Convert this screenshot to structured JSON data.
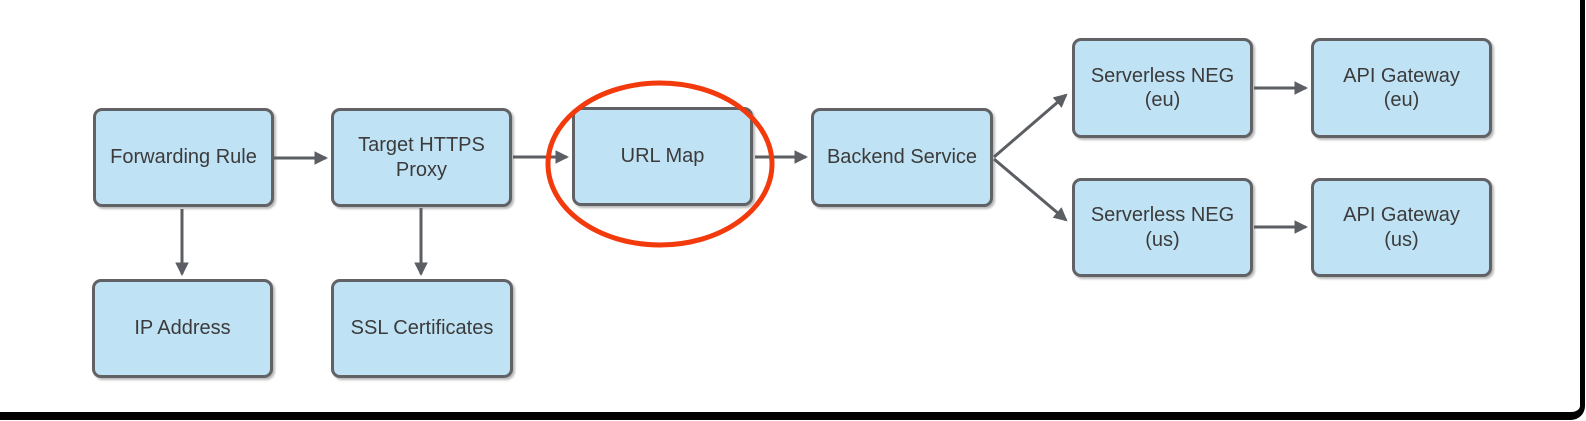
{
  "colors": {
    "background": "#ffffff",
    "node_fill": "#c0e2f5",
    "node_border": "#606266",
    "node_text": "#3b3b3b",
    "arrow": "#5b5e62",
    "highlight": "#f23a0c",
    "frame": "#000000"
  },
  "diagram": {
    "nodes": {
      "forwarding_rule": {
        "label": "Forwarding Rule"
      },
      "target_https_proxy": {
        "label": "Target HTTPS\nProxy"
      },
      "url_map": {
        "label": "URL Map"
      },
      "backend_service": {
        "label": "Backend Service"
      },
      "serverless_neg_eu": {
        "label": "Serverless NEG\n(eu)"
      },
      "api_gateway_eu": {
        "label": "API Gateway\n(eu)"
      },
      "serverless_neg_us": {
        "label": "Serverless NEG\n(us)"
      },
      "api_gateway_us": {
        "label": "API Gateway\n(us)"
      },
      "ip_address": {
        "label": "IP Address"
      },
      "ssl_certificates": {
        "label": "SSL Certificates"
      }
    },
    "edges": [
      {
        "from": "forwarding_rule",
        "to": "target_https_proxy"
      },
      {
        "from": "forwarding_rule",
        "to": "ip_address"
      },
      {
        "from": "target_https_proxy",
        "to": "url_map"
      },
      {
        "from": "target_https_proxy",
        "to": "ssl_certificates"
      },
      {
        "from": "url_map",
        "to": "backend_service"
      },
      {
        "from": "backend_service",
        "to": "serverless_neg_eu"
      },
      {
        "from": "backend_service",
        "to": "serverless_neg_us"
      },
      {
        "from": "serverless_neg_eu",
        "to": "api_gateway_eu"
      },
      {
        "from": "serverless_neg_us",
        "to": "api_gateway_us"
      }
    ],
    "annotation": {
      "type": "ellipse",
      "around": "url_map",
      "color": "#f23a0c"
    }
  }
}
